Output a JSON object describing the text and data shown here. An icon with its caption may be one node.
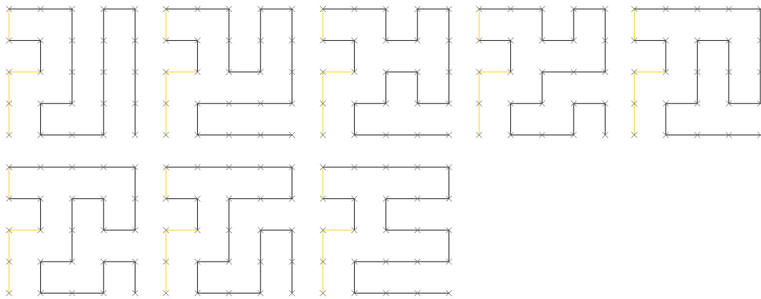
{
  "diagram": {
    "nodes": [
      {
        "text": [],
        "shape": "cross"
      },
      {
        "text": [],
        "shape": "cross"
      },
      {
        "text": [],
        "shape": "cross"
      },
      {
        "text": [],
        "shape": "cross"
      },
      {
        "text": [],
        "shape": "cross"
      },
      {
        "text": [],
        "shape": "cross"
      },
      {
        "text": [],
        "shape": "cross"
      },
      {
        "text": [],
        "shape": "cross"
      },
      {
        "text": [],
        "shape": "cross"
      },
      {
        "text": [],
        "shape": "cross"
      },
      {
        "text": [],
        "shape": "cross"
      },
      {
        "text": [],
        "shape": "cross"
      },
      {
        "text": [],
        "shape": "cross"
      },
      {
        "text": [],
        "shape": "cross"
      },
      {
        "text": [],
        "shape": "cross"
      },
      {
        "text": [],
        "shape": "cross"
      },
      {
        "text": [],
        "shape": "cross"
      },
      {
        "text": [],
        "shape": "cross"
      },
      {
        "text": [],
        "shape": "cross"
      },
      {
        "text": [],
        "shape": "cross"
      },
      {
        "text": [],
        "shape": "cross"
      },
      {
        "text": [],
        "shape": "cross"
      },
      {
        "text": [],
        "shape": "cross"
      },
      {
        "text": [],
        "shape": "cross"
      },
      {
        "text": [],
        "shape": "cross"
      },
      {
        "text": [],
        "shape": "cross"
      },
      {
        "text": [],
        "shape": "cross"
      },
      {
        "text": [],
        "shape": "cross"
      },
      {
        "text": [],
        "shape": "cross"
      },
      {
        "text": [],
        "shape": "cross"
      },
      {
        "text": [],
        "shape": "cross"
      },
      {
        "text": [],
        "shape": "cross"
      },
      {
        "text": [],
        "shape": "cross"
      },
      {
        "text": [],
        "shape": "cross"
      },
      {
        "text": [],
        "shape": "cross"
      },
      {
        "text": [],
        "shape": "cross"
      },
      {
        "text": [],
        "shape": "cross"
      },
      {
        "text": [],
        "shape": "cross"
      },
      {
        "text": [],
        "shape": "cross"
      },
      {
        "text": [],
        "shape": "cross"
      },
      {
        "text": [],
        "shape": "cross"
      },
      {
        "text": [],
        "shape": "cross"
      },
      {
        "text": [],
        "shape": "cross"
      },
      {
        "text": [],
        "shape": "cross"
      },
      {
        "text": [],
        "shape": "cross"
      },
      {
        "text": [],
        "shape": "cross"
      },
      {
        "text": [],
        "shape": "cross"
      },
      {
        "text": [],
        "shape": "cross"
      },
      {
        "text": [],
        "shape": "cross"
      },
      {
        "text": [],
        "shape": "cross"
      },
      {
        "text": [],
        "shape": "cross"
      },
      {
        "text": [],
        "shape": "cross"
      },
      {
        "text": [],
        "shape": "cross"
      },
      {
        "text": [],
        "shape": "cross"
      },
      {
        "text": [],
        "shape": "cross"
      },
      {
        "text": [],
        "shape": "cross"
      },
      {
        "text": [],
        "shape": "cross"
      },
      {
        "text": [],
        "shape": "cross"
      },
      {
        "text": [],
        "shape": "cross"
      },
      {
        "text": [],
        "shape": "cross"
      },
      {
        "text": [],
        "shape": "cross"
      },
      {
        "text": [],
        "shape": "cross"
      },
      {
        "text": [],
        "shape": "cross"
      },
      {
        "text": [],
        "shape": "cross"
      },
      {
        "text": [],
        "shape": "cross"
      },
      {
        "text": [],
        "shape": "cross"
      },
      {
        "text": [],
        "shape": "cross"
      },
      {
        "text": [],
        "shape": "cross"
      },
      {
        "text": [],
        "shape": "cross"
      },
      {
        "text": [],
        "shape": "cross"
      },
      {
        "text": [],
        "shape": "cross"
      },
      {
        "text": [],
        "shape": "cross"
      },
      {
        "text": [],
        "shape": "cross"
      },
      {
        "text": [],
        "shape": "cross"
      },
      {
        "text": [],
        "shape": "cross"
      },
      {
        "text": [],
        "shape": "cross"
      },
      {
        "text": [],
        "shape": "cross"
      },
      {
        "text": [],
        "shape": "cross"
      },
      {
        "text": [],
        "shape": "cross"
      },
      {
        "text": [],
        "shape": "cross"
      },
      {
        "text": [],
        "shape": "cross"
      },
      {
        "text": [],
        "shape": "cross"
      },
      {
        "text": [],
        "shape": "cross"
      },
      {
        "text": [],
        "shape": "cross"
      },
      {
        "text": [],
        "shape": "cross"
      },
      {
        "text": [],
        "shape": "cross"
      },
      {
        "text": [],
        "shape": "cross"
      },
      {
        "text": [],
        "shape": "cross"
      },
      {
        "text": [],
        "shape": "cross"
      },
      {
        "text": [],
        "shape": "cross"
      },
      {
        "text": [],
        "shape": "cross"
      },
      {
        "text": [],
        "shape": "cross"
      },
      {
        "text": [],
        "shape": "cross"
      },
      {
        "text": [],
        "shape": "cross"
      },
      {
        "text": [],
        "shape": "cross"
      },
      {
        "text": [],
        "shape": "cross"
      },
      {
        "text": [],
        "shape": "cross"
      },
      {
        "text": [],
        "shape": "cross"
      },
      {
        "text": [],
        "shape": "cross"
      },
      {
        "text": [],
        "shape": "cross"
      },
      {
        "text": [],
        "shape": "cross"
      },
      {
        "text": [],
        "shape": "cross"
      },
      {
        "text": [],
        "shape": "cross"
      },
      {
        "text": [],
        "shape": "cross"
      },
      {
        "text": [],
        "shape": "cross"
      },
      {
        "text": [],
        "shape": "cross"
      },
      {
        "text": [],
        "shape": "cross"
      },
      {
        "text": [],
        "shape": "cross"
      },
      {
        "text": [],
        "shape": "cross"
      },
      {
        "text": [],
        "shape": "cross"
      },
      {
        "text": [],
        "shape": "cross"
      },
      {
        "text": [],
        "shape": "cross"
      },
      {
        "text": [],
        "shape": "cross"
      },
      {
        "text": [],
        "shape": "cross"
      },
      {
        "text": [],
        "shape": "cross"
      },
      {
        "text": [],
        "shape": "cross"
      },
      {
        "text": [],
        "shape": "cross"
      },
      {
        "text": [],
        "shape": "cross"
      },
      {
        "text": [],
        "shape": "cross"
      },
      {
        "text": [],
        "shape": "cross"
      },
      {
        "text": [],
        "shape": "cross"
      },
      {
        "text": [],
        "shape": "cross"
      },
      {
        "text": [],
        "shape": "cross"
      },
      {
        "text": [],
        "shape": "cross"
      },
      {
        "text": [],
        "shape": "cross"
      },
      {
        "text": [],
        "shape": "cross"
      },
      {
        "text": [],
        "shape": "cross"
      },
      {
        "text": [],
        "shape": "cross"
      },
      {
        "text": [],
        "shape": "cross"
      },
      {
        "text": [],
        "shape": "cross"
      },
      {
        "text": [],
        "shape": "cross"
      },
      {
        "text": [],
        "shape": "cross"
      },
      {
        "text": [],
        "shape": "cross"
      },
      {
        "text": [],
        "shape": "cross"
      },
      {
        "text": [],
        "shape": "cross"
      },
      {
        "text": [],
        "shape": "cross"
      },
      {
        "text": [],
        "shape": "cross"
      },
      {
        "text": [],
        "shape": "cross"
      },
      {
        "text": [],
        "shape": "cross"
      },
      {
        "text": [],
        "shape": "cross"
      },
      {
        "text": [],
        "shape": "cross"
      },
      {
        "text": [],
        "shape": "cross"
      },
      {
        "text": [],
        "shape": "cross"
      },
      {
        "text": [],
        "shape": "cross"
      },
      {
        "text": [],
        "shape": "cross"
      },
      {
        "text": [],
        "shape": "cross"
      },
      {
        "text": [],
        "shape": "cross"
      },
      {
        "text": [],
        "shape": "cross"
      },
      {
        "text": [],
        "shape": "cross"
      },
      {
        "text": [],
        "shape": "cross"
      },
      {
        "text": [],
        "shape": "cross"
      },
      {
        "text": [],
        "shape": "cross"
      },
      {
        "text": [],
        "shape": "cross"
      },
      {
        "text": [],
        "shape": "cross"
      },
      {
        "text": [],
        "shape": "cross"
      },
      {
        "text": [],
        "shape": "cross"
      },
      {
        "text": [],
        "shape": "cross"
      },
      {
        "text": [],
        "shape": "cross"
      },
      {
        "text": [],
        "shape": "cross"
      },
      {
        "text": [],
        "shape": "cross"
      },
      {
        "text": [],
        "shape": "cross"
      },
      {
        "text": [],
        "shape": "cross"
      },
      {
        "text": [],
        "shape": "cross"
      },
      {
        "text": [],
        "shape": "cross"
      },
      {
        "text": [],
        "shape": "cross"
      },
      {
        "text": [],
        "shape": "cross"
      },
      {
        "text": [],
        "shape": "cross"
      },
      {
        "text": [],
        "shape": "cross"
      },
      {
        "text": [],
        "shape": "cross"
      },
      {
        "text": [],
        "shape": "cross"
      },
      {
        "text": [],
        "shape": "cross"
      },
      {
        "text": [],
        "shape": "cross"
      },
      {
        "text": [],
        "shape": "cross"
      },
      {
        "text": [],
        "shape": "cross"
      },
      {
        "text": [],
        "shape": "cross"
      },
      {
        "text": [],
        "shape": "cross"
      },
      {
        "text": [],
        "shape": "cross"
      },
      {
        "text": [],
        "shape": "cross"
      },
      {
        "text": [],
        "shape": "cross"
      },
      {
        "text": [],
        "shape": "cross"
      },
      {
        "text": [],
        "shape": "cross"
      },
      {
        "text": [],
        "shape": "cross"
      },
      {
        "text": [],
        "shape": "cross"
      },
      {
        "text": [],
        "shape": "cross"
      },
      {
        "text": [],
        "shape": "cross"
      },
      {
        "text": [],
        "shape": "cross"
      },
      {
        "text": [],
        "shape": "cross"
      },
      {
        "text": [],
        "shape": "cross"
      },
      {
        "text": [],
        "shape": "cross"
      },
      {
        "text": [],
        "shape": "cross"
      },
      {
        "text": [],
        "shape": "cross"
      },
      {
        "text": [],
        "shape": "cross"
      },
      {
        "text": [],
        "shape": "cross"
      },
      {
        "text": [],
        "shape": "cross"
      },
      {
        "text": [],
        "shape": "cross"
      },
      {
        "text": [],
        "shape": "cross"
      },
      {
        "text": [],
        "shape": "cross"
      },
      {
        "text": [],
        "shape": "cross"
      },
      {
        "text": [],
        "shape": "cross"
      },
      {
        "text": [],
        "shape": "cross"
      }
    ],
    "edges": [
      {
        "from": 20,
        "to": 15,
        "arrow": "none",
        "color": "#ffcc00"
      },
      {
        "from": 15,
        "to": 10,
        "arrow": "none",
        "color": "#ffcc00"
      },
      {
        "from": 10,
        "to": 11,
        "arrow": "none",
        "color": "#ffcc00"
      },
      {
        "from": 11,
        "to": 6,
        "arrow": "none"
      },
      {
        "from": 6,
        "to": 5,
        "arrow": "none"
      },
      {
        "from": 5,
        "to": 0,
        "arrow": "none",
        "color": "#ffcc00"
      },
      {
        "from": 0,
        "to": 1,
        "arrow": "none"
      },
      {
        "from": 1,
        "to": 2,
        "arrow": "none"
      },
      {
        "from": 2,
        "to": 7,
        "arrow": "none"
      },
      {
        "from": 7,
        "to": 12,
        "arrow": "none"
      },
      {
        "from": 12,
        "to": 17,
        "arrow": "none"
      },
      {
        "from": 17,
        "to": 16,
        "arrow": "none"
      },
      {
        "from": 16,
        "to": 21,
        "arrow": "none"
      },
      {
        "from": 21,
        "to": 22,
        "arrow": "none"
      },
      {
        "from": 22,
        "to": 23,
        "arrow": "none"
      },
      {
        "from": 23,
        "to": 18,
        "arrow": "none"
      },
      {
        "from": 18,
        "to": 13,
        "arrow": "none"
      },
      {
        "from": 13,
        "to": 8,
        "arrow": "none"
      },
      {
        "from": 8,
        "to": 3,
        "arrow": "none"
      },
      {
        "from": 3,
        "to": 4,
        "arrow": "none"
      },
      {
        "from": 4,
        "to": 9,
        "arrow": "none"
      },
      {
        "from": 9,
        "to": 14,
        "arrow": "none"
      },
      {
        "from": 14,
        "to": 19,
        "arrow": "none"
      },
      {
        "from": 19,
        "to": 24,
        "arrow": "none"
      },
      {
        "from": 45,
        "to": 40,
        "arrow": "none",
        "color": "#ffcc00"
      },
      {
        "from": 40,
        "to": 35,
        "arrow": "none",
        "color": "#ffcc00"
      },
      {
        "from": 35,
        "to": 36,
        "arrow": "none",
        "color": "#ffcc00"
      },
      {
        "from": 36,
        "to": 31,
        "arrow": "none"
      },
      {
        "from": 31,
        "to": 30,
        "arrow": "none"
      },
      {
        "from": 30,
        "to": 25,
        "arrow": "none",
        "color": "#ffcc00"
      },
      {
        "from": 25,
        "to": 26,
        "arrow": "none"
      },
      {
        "from": 26,
        "to": 27,
        "arrow": "none"
      },
      {
        "from": 27,
        "to": 32,
        "arrow": "none"
      },
      {
        "from": 32,
        "to": 37,
        "arrow": "none"
      },
      {
        "from": 37,
        "to": 38,
        "arrow": "none"
      },
      {
        "from": 38,
        "to": 33,
        "arrow": "none"
      },
      {
        "from": 33,
        "to": 28,
        "arrow": "none"
      },
      {
        "from": 28,
        "to": 29,
        "arrow": "none"
      },
      {
        "from": 29,
        "to": 34,
        "arrow": "none"
      },
      {
        "from": 34,
        "to": 39,
        "arrow": "none"
      },
      {
        "from": 39,
        "to": 44,
        "arrow": "none"
      },
      {
        "from": 44,
        "to": 43,
        "arrow": "none"
      },
      {
        "from": 43,
        "to": 42,
        "arrow": "none"
      },
      {
        "from": 42,
        "to": 41,
        "arrow": "none"
      },
      {
        "from": 41,
        "to": 46,
        "arrow": "none"
      },
      {
        "from": 46,
        "to": 47,
        "arrow": "none"
      },
      {
        "from": 47,
        "to": 48,
        "arrow": "none"
      },
      {
        "from": 48,
        "to": 49,
        "arrow": "none"
      },
      {
        "from": 70,
        "to": 65,
        "arrow": "none",
        "color": "#ffcc00"
      },
      {
        "from": 65,
        "to": 60,
        "arrow": "none",
        "color": "#ffcc00"
      },
      {
        "from": 60,
        "to": 61,
        "arrow": "none",
        "color": "#ffcc00"
      },
      {
        "from": 61,
        "to": 56,
        "arrow": "none"
      },
      {
        "from": 56,
        "to": 55,
        "arrow": "none"
      },
      {
        "from": 55,
        "to": 50,
        "arrow": "none",
        "color": "#ffcc00"
      },
      {
        "from": 50,
        "to": 51,
        "arrow": "none"
      },
      {
        "from": 51,
        "to": 52,
        "arrow": "none"
      },
      {
        "from": 52,
        "to": 57,
        "arrow": "none"
      },
      {
        "from": 57,
        "to": 58,
        "arrow": "none"
      },
      {
        "from": 58,
        "to": 53,
        "arrow": "none"
      },
      {
        "from": 53,
        "to": 54,
        "arrow": "none"
      },
      {
        "from": 54,
        "to": 59,
        "arrow": "none"
      },
      {
        "from": 59,
        "to": 64,
        "arrow": "none"
      },
      {
        "from": 64,
        "to": 69,
        "arrow": "none"
      },
      {
        "from": 69,
        "to": 68,
        "arrow": "none"
      },
      {
        "from": 68,
        "to": 63,
        "arrow": "none"
      },
      {
        "from": 63,
        "to": 62,
        "arrow": "none"
      },
      {
        "from": 62,
        "to": 67,
        "arrow": "none"
      },
      {
        "from": 67,
        "to": 66,
        "arrow": "none"
      },
      {
        "from": 66,
        "to": 71,
        "arrow": "none"
      },
      {
        "from": 71,
        "to": 72,
        "arrow": "none"
      },
      {
        "from": 72,
        "to": 73,
        "arrow": "none"
      },
      {
        "from": 73,
        "to": 74,
        "arrow": "none"
      },
      {
        "from": 95,
        "to": 90,
        "arrow": "none",
        "color": "#ffcc00"
      },
      {
        "from": 90,
        "to": 85,
        "arrow": "none",
        "color": "#ffcc00"
      },
      {
        "from": 85,
        "to": 86,
        "arrow": "none",
        "color": "#ffcc00"
      },
      {
        "from": 86,
        "to": 81,
        "arrow": "none"
      },
      {
        "from": 81,
        "to": 80,
        "arrow": "none"
      },
      {
        "from": 80,
        "to": 75,
        "arrow": "none",
        "color": "#ffcc00"
      },
      {
        "from": 75,
        "to": 76,
        "arrow": "none"
      },
      {
        "from": 76,
        "to": 77,
        "arrow": "none"
      },
      {
        "from": 77,
        "to": 82,
        "arrow": "none"
      },
      {
        "from": 82,
        "to": 83,
        "arrow": "none"
      },
      {
        "from": 83,
        "to": 78,
        "arrow": "none"
      },
      {
        "from": 78,
        "to": 79,
        "arrow": "none"
      },
      {
        "from": 79,
        "to": 84,
        "arrow": "none"
      },
      {
        "from": 84,
        "to": 89,
        "arrow": "none"
      },
      {
        "from": 89,
        "to": 88,
        "arrow": "none"
      },
      {
        "from": 88,
        "to": 87,
        "arrow": "none"
      },
      {
        "from": 87,
        "to": 92,
        "arrow": "none"
      },
      {
        "from": 92,
        "to": 91,
        "arrow": "none"
      },
      {
        "from": 91,
        "to": 96,
        "arrow": "none"
      },
      {
        "from": 96,
        "to": 97,
        "arrow": "none"
      },
      {
        "from": 97,
        "to": 98,
        "arrow": "none"
      },
      {
        "from": 98,
        "to": 93,
        "arrow": "none"
      },
      {
        "from": 93,
        "to": 94,
        "arrow": "none"
      },
      {
        "from": 94,
        "to": 99,
        "arrow": "none"
      },
      {
        "from": 120,
        "to": 115,
        "arrow": "none",
        "color": "#ffcc00"
      },
      {
        "from": 115,
        "to": 110,
        "arrow": "none",
        "color": "#ffcc00"
      },
      {
        "from": 110,
        "to": 111,
        "arrow": "none",
        "color": "#ffcc00"
      },
      {
        "from": 111,
        "to": 106,
        "arrow": "none"
      },
      {
        "from": 106,
        "to": 105,
        "arrow": "none"
      },
      {
        "from": 105,
        "to": 100,
        "arrow": "none",
        "color": "#ffcc00"
      },
      {
        "from": 100,
        "to": 101,
        "arrow": "none"
      },
      {
        "from": 101,
        "to": 102,
        "arrow": "none"
      },
      {
        "from": 102,
        "to": 103,
        "arrow": "none"
      },
      {
        "from": 103,
        "to": 104,
        "arrow": "none"
      },
      {
        "from": 104,
        "to": 109,
        "arrow": "none"
      },
      {
        "from": 109,
        "to": 114,
        "arrow": "none"
      },
      {
        "from": 114,
        "to": 119,
        "arrow": "none"
      },
      {
        "from": 119,
        "to": 118,
        "arrow": "none"
      },
      {
        "from": 118,
        "to": 113,
        "arrow": "none"
      },
      {
        "from": 113,
        "to": 108,
        "arrow": "none"
      },
      {
        "from": 108,
        "to": 107,
        "arrow": "none"
      },
      {
        "from": 107,
        "to": 112,
        "arrow": "none"
      },
      {
        "from": 112,
        "to": 117,
        "arrow": "none"
      },
      {
        "from": 117,
        "to": 116,
        "arrow": "none"
      },
      {
        "from": 116,
        "to": 121,
        "arrow": "none"
      },
      {
        "from": 121,
        "to": 122,
        "arrow": "none"
      },
      {
        "from": 122,
        "to": 123,
        "arrow": "none"
      },
      {
        "from": 123,
        "to": 124,
        "arrow": "none"
      },
      {
        "from": 145,
        "to": 140,
        "arrow": "none",
        "color": "#ffcc00"
      },
      {
        "from": 140,
        "to": 135,
        "arrow": "none",
        "color": "#ffcc00"
      },
      {
        "from": 135,
        "to": 136,
        "arrow": "none",
        "color": "#ffcc00"
      },
      {
        "from": 136,
        "to": 131,
        "arrow": "none"
      },
      {
        "from": 131,
        "to": 130,
        "arrow": "none"
      },
      {
        "from": 130,
        "to": 125,
        "arrow": "none",
        "color": "#ffcc00"
      },
      {
        "from": 125,
        "to": 126,
        "arrow": "none"
      },
      {
        "from": 126,
        "to": 127,
        "arrow": "none"
      },
      {
        "from": 127,
        "to": 128,
        "arrow": "none"
      },
      {
        "from": 128,
        "to": 129,
        "arrow": "none"
      },
      {
        "from": 129,
        "to": 134,
        "arrow": "none"
      },
      {
        "from": 134,
        "to": 139,
        "arrow": "none"
      },
      {
        "from": 139,
        "to": 138,
        "arrow": "none"
      },
      {
        "from": 138,
        "to": 133,
        "arrow": "none"
      },
      {
        "from": 133,
        "to": 132,
        "arrow": "none"
      },
      {
        "from": 132,
        "to": 137,
        "arrow": "none"
      },
      {
        "from": 137,
        "to": 142,
        "arrow": "none"
      },
      {
        "from": 142,
        "to": 141,
        "arrow": "none"
      },
      {
        "from": 141,
        "to": 146,
        "arrow": "none"
      },
      {
        "from": 146,
        "to": 147,
        "arrow": "none"
      },
      {
        "from": 147,
        "to": 148,
        "arrow": "none"
      },
      {
        "from": 148,
        "to": 143,
        "arrow": "none"
      },
      {
        "from": 143,
        "to": 144,
        "arrow": "none"
      },
      {
        "from": 144,
        "to": 149,
        "arrow": "none"
      },
      {
        "from": 170,
        "to": 165,
        "arrow": "none",
        "color": "#ffcc00"
      },
      {
        "from": 165,
        "to": 160,
        "arrow": "none",
        "color": "#ffcc00"
      },
      {
        "from": 160,
        "to": 161,
        "arrow": "none",
        "color": "#ffcc00"
      },
      {
        "from": 161,
        "to": 156,
        "arrow": "none"
      },
      {
        "from": 156,
        "to": 155,
        "arrow": "none"
      },
      {
        "from": 155,
        "to": 150,
        "arrow": "none",
        "color": "#ffcc00"
      },
      {
        "from": 150,
        "to": 151,
        "arrow": "none"
      },
      {
        "from": 151,
        "to": 152,
        "arrow": "none"
      },
      {
        "from": 152,
        "to": 153,
        "arrow": "none"
      },
      {
        "from": 153,
        "to": 154,
        "arrow": "none"
      },
      {
        "from": 154,
        "to": 159,
        "arrow": "none"
      },
      {
        "from": 159,
        "to": 158,
        "arrow": "none"
      },
      {
        "from": 158,
        "to": 157,
        "arrow": "none"
      },
      {
        "from": 157,
        "to": 162,
        "arrow": "none"
      },
      {
        "from": 162,
        "to": 167,
        "arrow": "none"
      },
      {
        "from": 167,
        "to": 166,
        "arrow": "none"
      },
      {
        "from": 166,
        "to": 171,
        "arrow": "none"
      },
      {
        "from": 171,
        "to": 172,
        "arrow": "none"
      },
      {
        "from": 172,
        "to": 173,
        "arrow": "none"
      },
      {
        "from": 173,
        "to": 168,
        "arrow": "none"
      },
      {
        "from": 168,
        "to": 163,
        "arrow": "none"
      },
      {
        "from": 163,
        "to": 164,
        "arrow": "none"
      },
      {
        "from": 164,
        "to": 169,
        "arrow": "none"
      },
      {
        "from": 169,
        "to": 174,
        "arrow": "none"
      },
      {
        "from": 195,
        "to": 190,
        "arrow": "none",
        "color": "#ffcc00"
      },
      {
        "from": 190,
        "to": 185,
        "arrow": "none",
        "color": "#ffcc00"
      },
      {
        "from": 185,
        "to": 186,
        "arrow": "none",
        "color": "#ffcc00"
      },
      {
        "from": 186,
        "to": 181,
        "arrow": "none"
      },
      {
        "from": 181,
        "to": 180,
        "arrow": "none"
      },
      {
        "from": 180,
        "to": 175,
        "arrow": "none",
        "color": "#ffcc00"
      },
      {
        "from": 175,
        "to": 176,
        "arrow": "none"
      },
      {
        "from": 176,
        "to": 177,
        "arrow": "none"
      },
      {
        "from": 177,
        "to": 178,
        "arrow": "none"
      },
      {
        "from": 178,
        "to": 179,
        "arrow": "none"
      },
      {
        "from": 179,
        "to": 184,
        "arrow": "none"
      },
      {
        "from": 184,
        "to": 183,
        "arrow": "none"
      },
      {
        "from": 183,
        "to": 182,
        "arrow": "none"
      },
      {
        "from": 182,
        "to": 187,
        "arrow": "none"
      },
      {
        "from": 187,
        "to": 188,
        "arrow": "none"
      },
      {
        "from": 188,
        "to": 189,
        "arrow": "none"
      },
      {
        "from": 189,
        "to": 194,
        "arrow": "none"
      },
      {
        "from": 194,
        "to": 193,
        "arrow": "none"
      },
      {
        "from": 193,
        "to": 192,
        "arrow": "none"
      },
      {
        "from": 192,
        "to": 191,
        "arrow": "none"
      },
      {
        "from": 191,
        "to": 196,
        "arrow": "none"
      },
      {
        "from": 196,
        "to": 197,
        "arrow": "none"
      },
      {
        "from": 197,
        "to": 198,
        "arrow": "none"
      },
      {
        "from": 198,
        "to": 199,
        "arrow": "none"
      }
    ]
  }
}
